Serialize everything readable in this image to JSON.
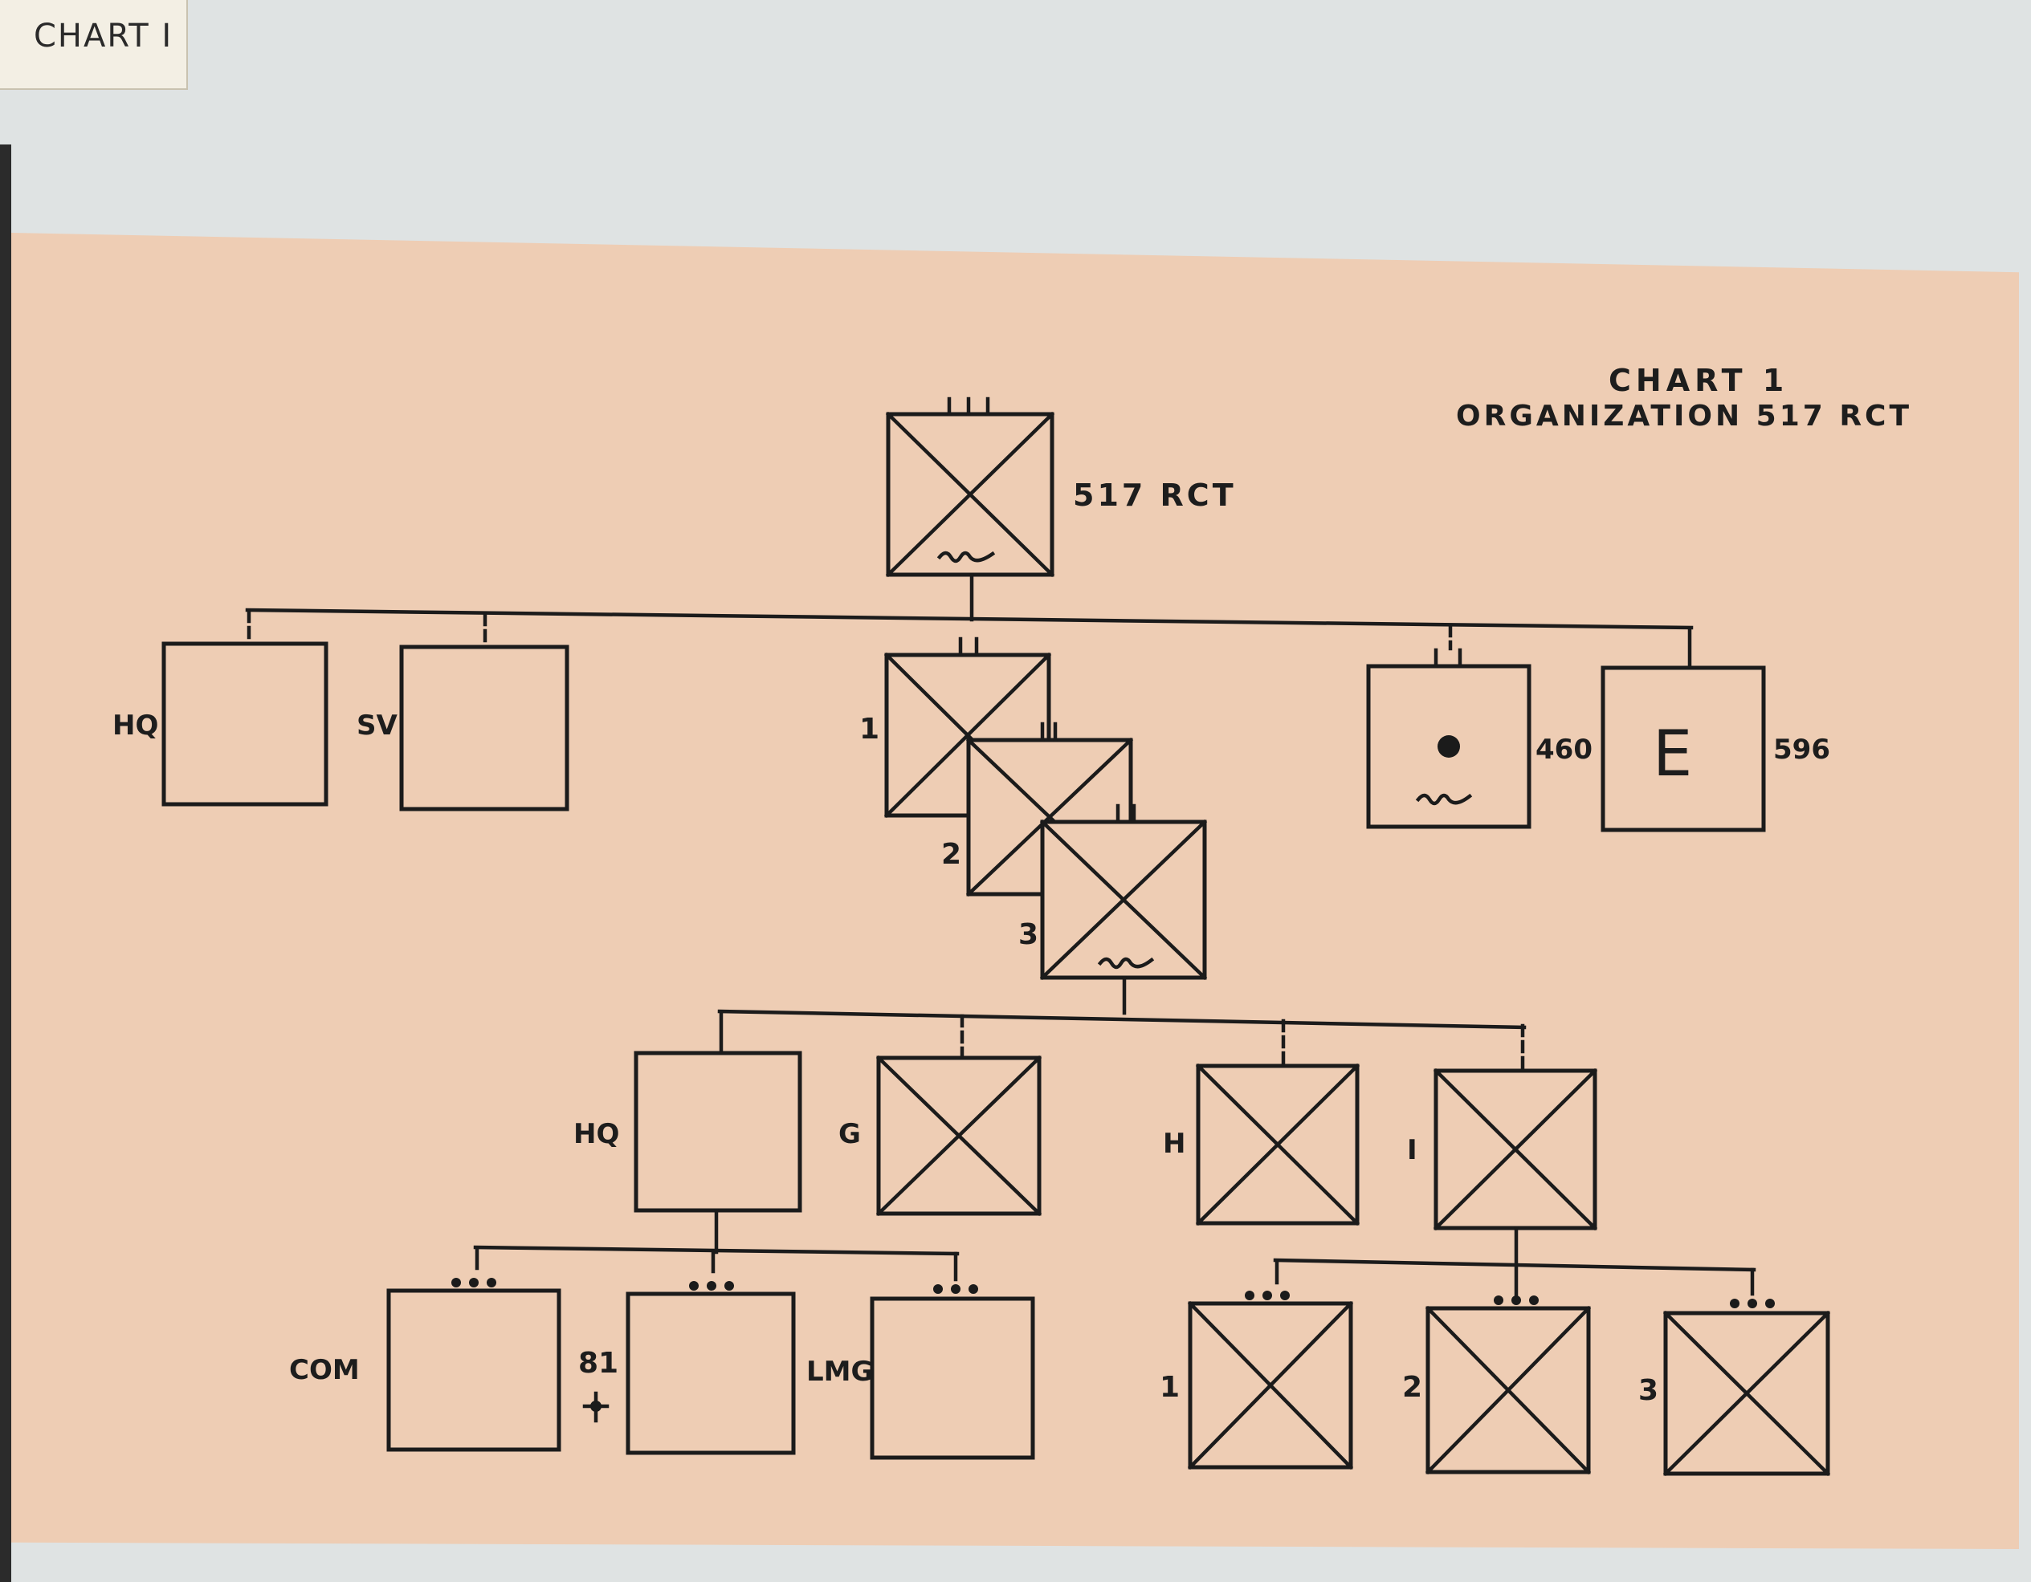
{
  "tab": {
    "label": "CHART I"
  },
  "title": {
    "line1": "CHART 1",
    "line2": "ORGANIZATION 517 RCT"
  },
  "units": {
    "regiment": "517 RCT",
    "hq_company": "HQ",
    "service_company": "SV",
    "battalion_1": "1",
    "battalion_2": "2",
    "battalion_3": "3",
    "artillery": "460",
    "engineer": "596",
    "engineer_symbol": "E",
    "battalion_hq": "HQ",
    "company_g": "G",
    "company_h": "H",
    "company_i": "I",
    "platoon_com": "COM",
    "platoon_81": "81",
    "platoon_lmg": "LMG",
    "platoon_1": "1",
    "platoon_2": "2",
    "platoon_3": "3"
  }
}
